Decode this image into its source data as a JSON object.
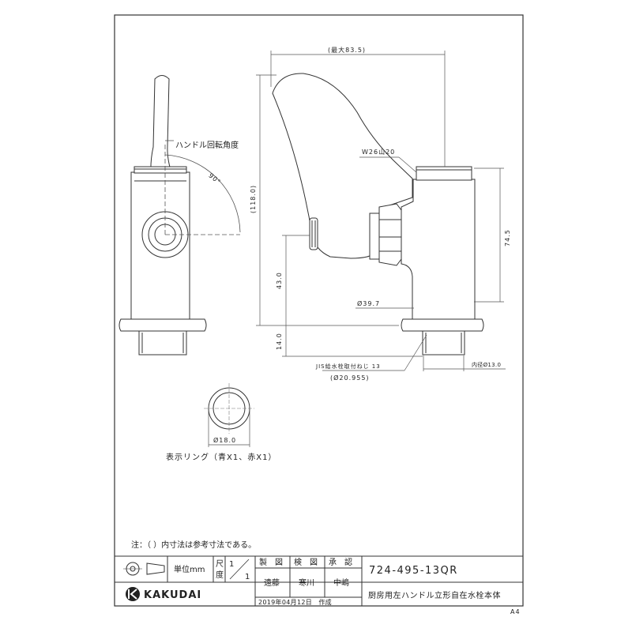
{
  "drawing": {
    "rotation_label": "ハンドル回転角度",
    "angle": "90°",
    "dimensions": {
      "max_width": "(最大83.5)",
      "total_height": "(118.0)",
      "thread": "W26山20",
      "spout_height": "43.0",
      "body_height": "74.5",
      "base_dia": "Ø39.7",
      "shank": "14.0",
      "jis_thread": "JIS給水栓取付ねじ 13",
      "jis_dia": "(Ø20.955)",
      "inner_dia": "内径Ø13.0",
      "ring_dia": "Ø18.0"
    },
    "ring_label": "表示リング（青X1、赤X1）",
    "note": "注：（ ）内寸法は参考寸法である。"
  },
  "title_block": {
    "unit": "単位mm",
    "scale_label_1": "尺",
    "scale_label_2": "度",
    "scale_num": "1",
    "scale_den": "1",
    "col_seizu": "製　図",
    "col_kenzu": "検　図",
    "col_shonin": "承　認",
    "name_seizu": "遠藤",
    "name_kenzu": "寒川",
    "name_shonin": "中嶋",
    "part_number": "724-495-13QR",
    "product_name": "厨房用左ハンドル立形自在水栓本体",
    "brand": "KAKUDAI",
    "date": "2019年04月12日　作成",
    "paper": "A4"
  }
}
